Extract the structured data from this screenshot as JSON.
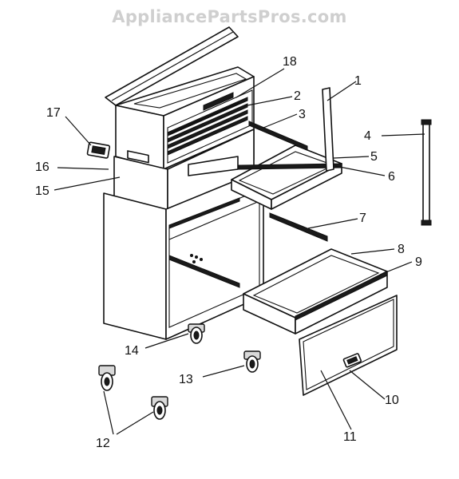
{
  "watermark": "AppliancePartsPros.com",
  "callouts": [
    {
      "id": "c1",
      "text": "1"
    },
    {
      "id": "c2",
      "text": "2"
    },
    {
      "id": "c3",
      "text": "3"
    },
    {
      "id": "c4",
      "text": "4"
    },
    {
      "id": "c5",
      "text": "5"
    },
    {
      "id": "c6",
      "text": "6"
    },
    {
      "id": "c7",
      "text": "7"
    },
    {
      "id": "c8",
      "text": "8"
    },
    {
      "id": "c9",
      "text": "9"
    },
    {
      "id": "c10",
      "text": "10"
    },
    {
      "id": "c11",
      "text": "11"
    },
    {
      "id": "c12",
      "text": "12"
    },
    {
      "id": "c13",
      "text": "13"
    },
    {
      "id": "c14",
      "text": "14"
    },
    {
      "id": "c15",
      "text": "15"
    },
    {
      "id": "c16",
      "text": "16"
    },
    {
      "id": "c17",
      "text": "17"
    },
    {
      "id": "c18",
      "text": "18"
    }
  ]
}
